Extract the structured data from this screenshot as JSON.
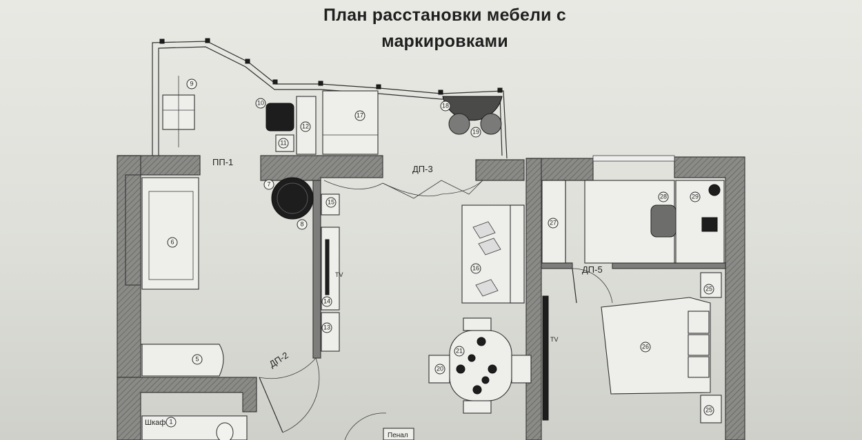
{
  "title_line1": "План расстановки мебели с",
  "title_line2": "маркировками",
  "room_labels": {
    "pp1": "ПП-1",
    "dp2": "ДП-2",
    "dp3": "ДП-3",
    "dp5": "ДП-5"
  },
  "tv_labels": {
    "tv_living": "TV",
    "tv_bedroom": "TV"
  },
  "text_labels": {
    "wardrobe": "Шкаф",
    "penal": "Пенал"
  },
  "markers": {
    "m1": "1",
    "m5": "5",
    "m6": "6",
    "m7": "7",
    "m8": "8",
    "m9": "9",
    "m10": "10",
    "m11": "11",
    "m12": "12",
    "m13": "13",
    "m14": "14",
    "m15": "15",
    "m16": "16",
    "m17": "17",
    "m18": "18",
    "m19": "19",
    "m20": "20",
    "m21": "21",
    "m25a": "25",
    "m25b": "25",
    "m26": "26",
    "m27": "27",
    "m28": "28",
    "m29": "29"
  }
}
